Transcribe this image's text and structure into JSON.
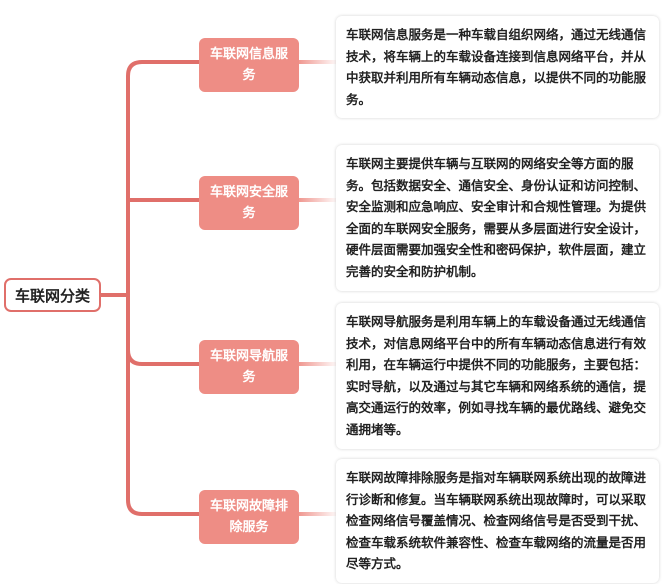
{
  "root": {
    "label": "车联网分类"
  },
  "colors": {
    "line": "#e06f6a",
    "branch": "#ee8d85"
  },
  "branches": [
    {
      "label": "车联网信息服务",
      "detail": "车联网信息服务是一种车载自组织网络，通过无线通信技术，将车辆上的车载设备连接到信息网络平台，并从中获取并利用所有车辆动态信息，以提供不同的功能服务。"
    },
    {
      "label": "车联网安全服务",
      "detail": "车联网主要提供车辆与互联网的网络安全等方面的服务。包括数据安全、通信安全、身份认证和访问控制、安全监测和应急响应、安全审计和合规性管理。为提供全面的车联网安全服务，需要从多层面进行安全设计，硬件层面需要加强安全性和密码保护，软件层面，建立完善的安全和防护机制。"
    },
    {
      "label": "车联网导航服务",
      "detail": "车联网导航服务是利用车辆上的车载设备通过无线通信技术，对信息网络平台中的所有车辆动态信息进行有效利用，在车辆运行中提供不同的功能服务，主要包括：实时导航，以及通过与其它车辆和网络系统的通信，提高交通运行的效率，例如寻找车辆的最优路线、避免交通拥堵等。"
    },
    {
      "label": "车联网故障排除服务",
      "detail": "车联网故障排除服务是指对车辆联网系统出现的故障进行诊断和修复。当车辆联网系统出现故障时，可以采取检查网络信号覆盖情况、检查网络信号是否受到干扰、检查车载系统软件兼容性、检查车载网络的流量是否用尽等方式。"
    }
  ]
}
